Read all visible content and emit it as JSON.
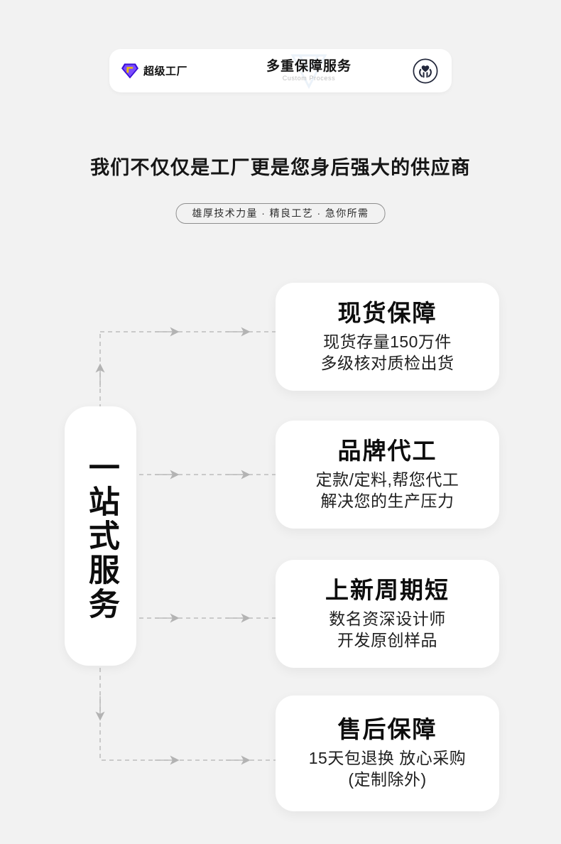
{
  "page": {
    "background_color": "#f2f2f2",
    "card_color": "#ffffff",
    "text_color": "#141414",
    "connector_color": "#b0b0b0"
  },
  "header": {
    "brand_label": "超级工厂",
    "title": "多重保障服务",
    "subtitle": "Custom Process",
    "brand_icon": "diamond-badge-icon",
    "right_icon": "hands-holding-heart-icon",
    "brand_icon_colors": {
      "outer": "#3b10d6",
      "inner": "#7b4cff",
      "mark": "#f2c200"
    }
  },
  "hero": {
    "headline": "我们不仅仅是工厂更是您身后强大的供应商",
    "pill_text": "雄厚技术力量  ·  精良工艺  ·  急你所需"
  },
  "left_panel": {
    "label": "一站式服务"
  },
  "features": [
    {
      "title": "现货保障",
      "lines": [
        "现货存量150万件",
        "多级核对质检出货"
      ]
    },
    {
      "title": "品牌代工",
      "lines": [
        "定款/定料,帮您代工",
        "解决您的生产压力"
      ]
    },
    {
      "title": "上新周期短",
      "lines": [
        "数名资深设计师",
        "开发原创样品"
      ]
    },
    {
      "title": "售后保障",
      "lines": [
        "15天包退换 放心采购",
        "(定制除外)"
      ]
    }
  ]
}
